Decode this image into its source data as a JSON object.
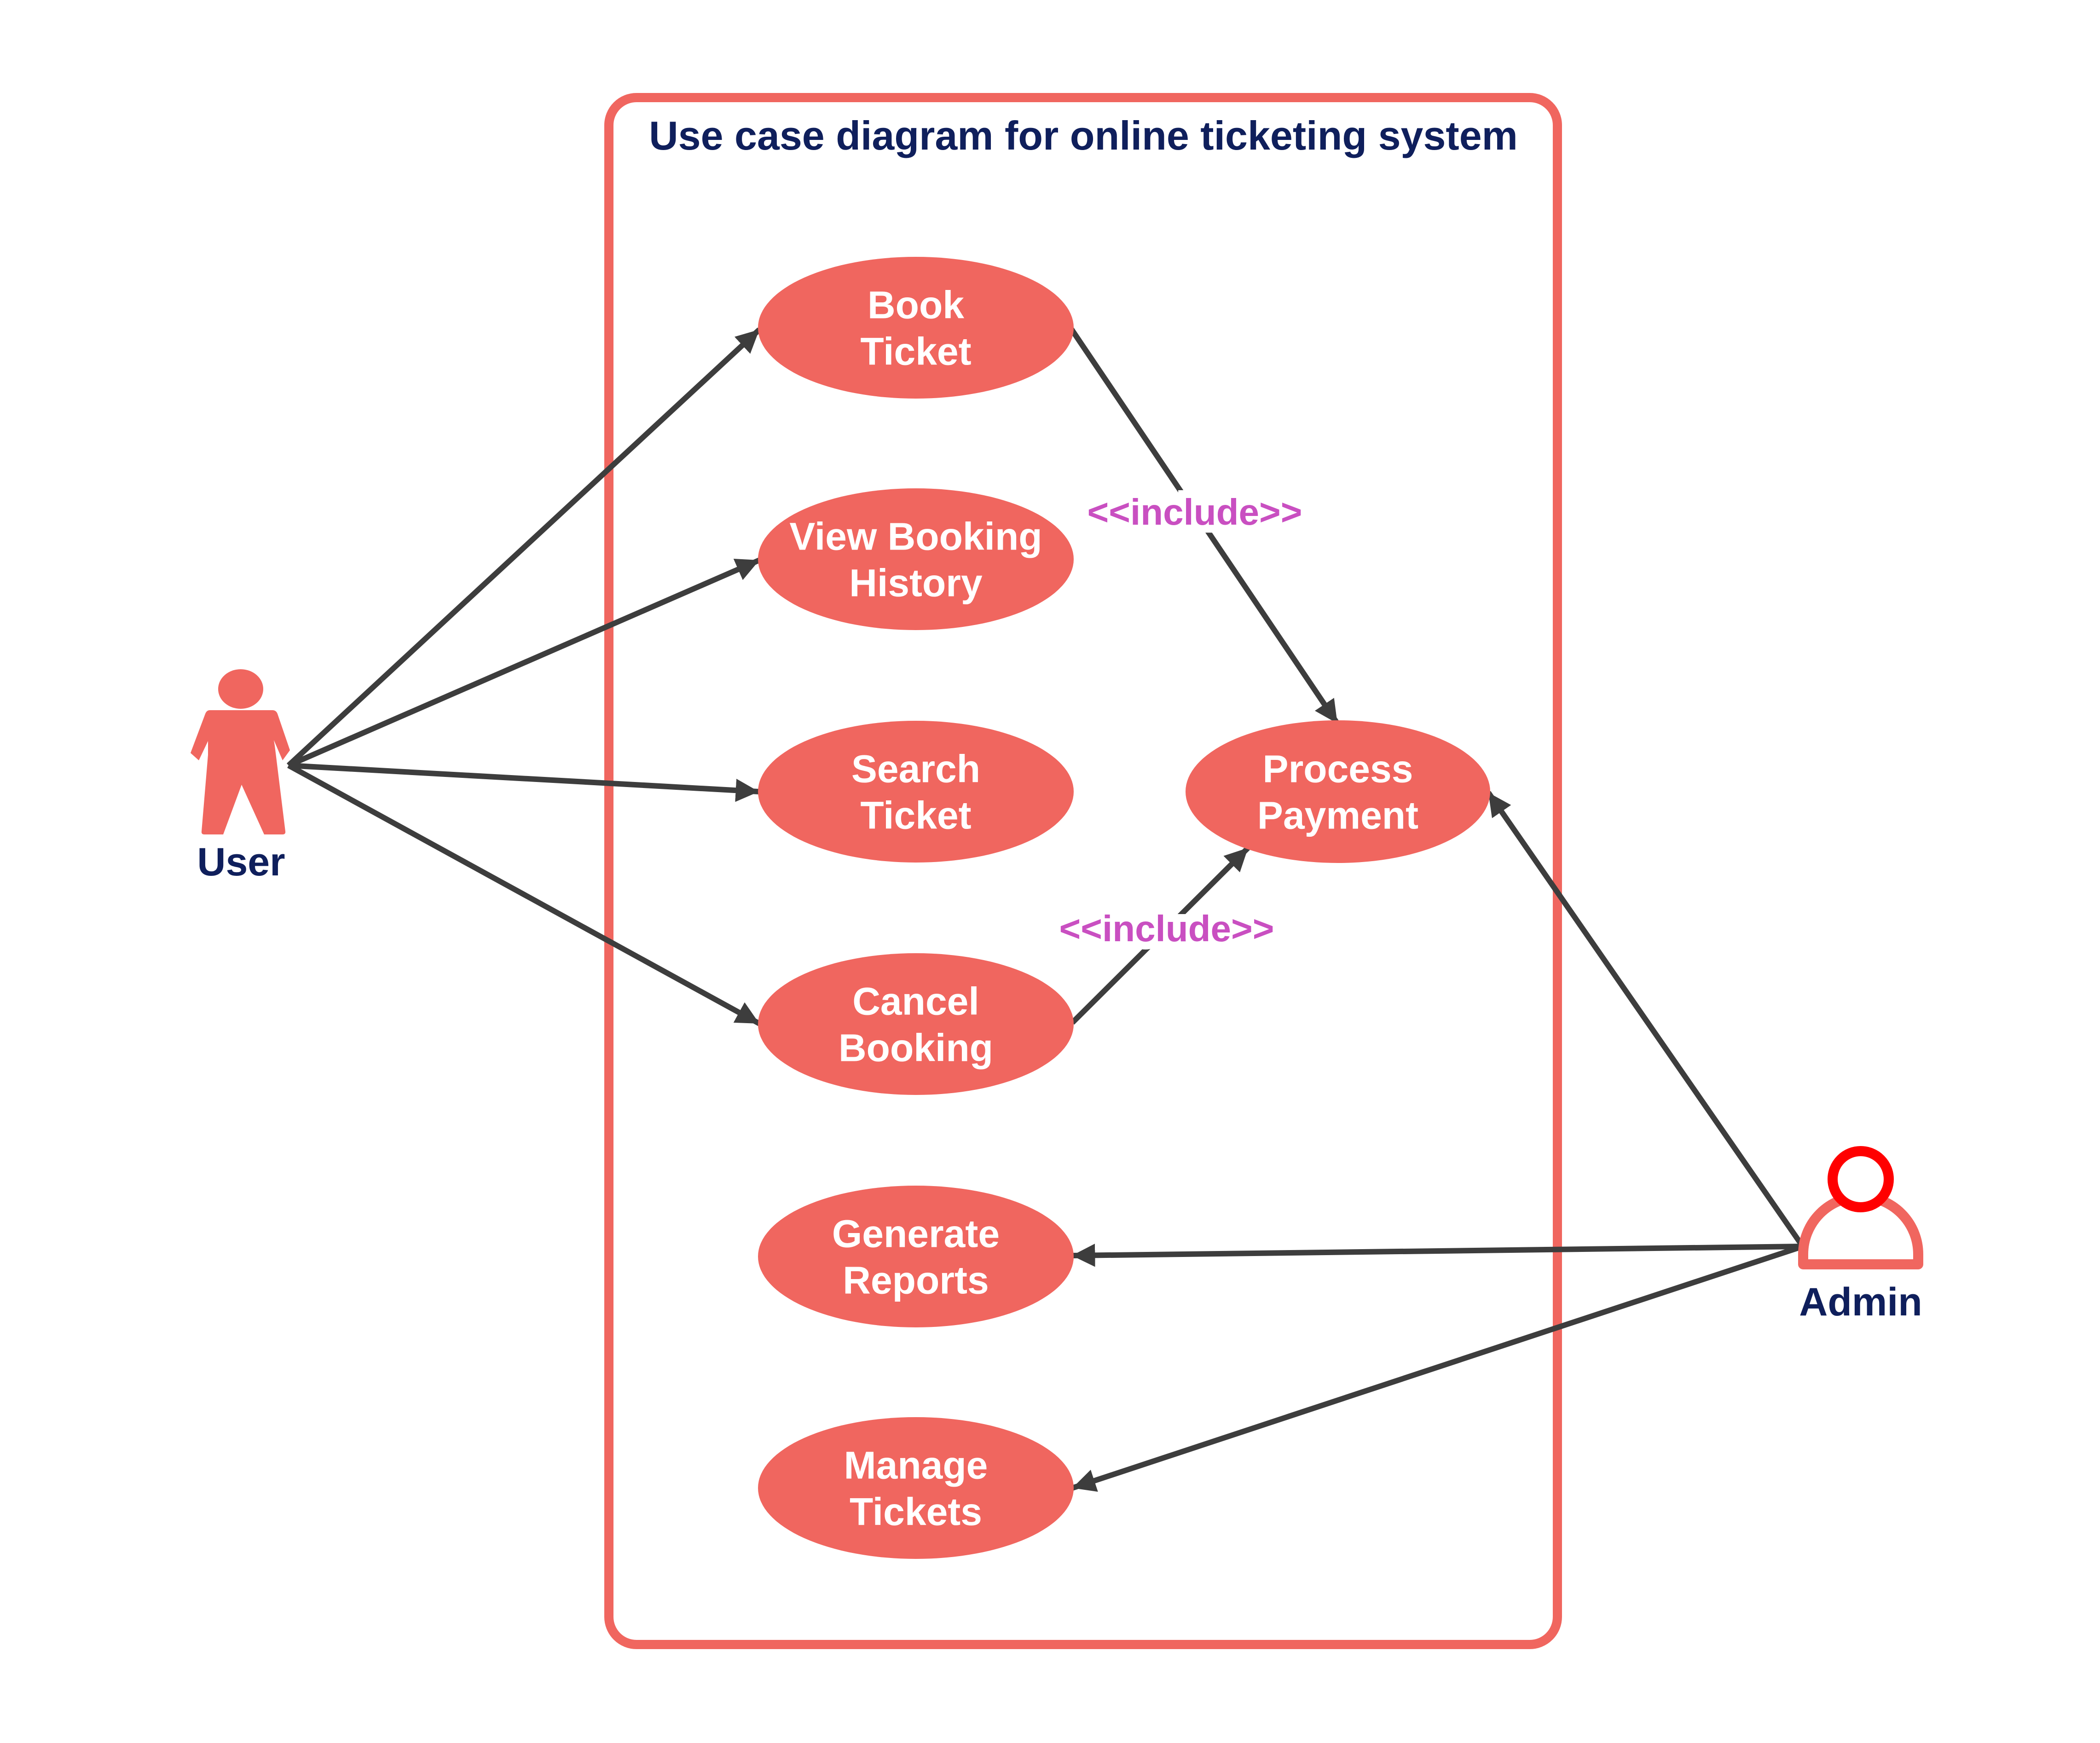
{
  "title": "Use case diagram for online ticketing system",
  "colors": {
    "accent": "#f0665f",
    "boundary": "#f0665f",
    "title_text": "#0f1f5c",
    "use_case_text": "#ffffff",
    "connector": "#3d3d3d",
    "include_label": "#c94fc1",
    "admin_head": "#ff0000"
  },
  "actors": [
    {
      "id": "user",
      "label": "User",
      "icon": "person-solid-icon"
    },
    {
      "id": "admin",
      "label": "Admin",
      "icon": "person-outline-icon"
    }
  ],
  "use_cases": [
    {
      "id": "book_ticket",
      "lines": [
        "Book",
        "Ticket"
      ]
    },
    {
      "id": "view_booking_history",
      "lines": [
        "View Booking",
        "History"
      ]
    },
    {
      "id": "search_ticket",
      "lines": [
        "Search",
        "Ticket"
      ]
    },
    {
      "id": "cancel_booking",
      "lines": [
        "Cancel",
        "Booking"
      ]
    },
    {
      "id": "generate_reports",
      "lines": [
        "Generate",
        "Reports"
      ]
    },
    {
      "id": "manage_tickets",
      "lines": [
        "Manage",
        "Tickets"
      ]
    },
    {
      "id": "process_payment",
      "lines": [
        "Process",
        "Payment"
      ]
    }
  ],
  "relationships": [
    {
      "from": "user",
      "to": "book_ticket",
      "type": "association"
    },
    {
      "from": "user",
      "to": "view_booking_history",
      "type": "association"
    },
    {
      "from": "user",
      "to": "search_ticket",
      "type": "association"
    },
    {
      "from": "user",
      "to": "cancel_booking",
      "type": "association"
    },
    {
      "from": "book_ticket",
      "to": "process_payment",
      "type": "include",
      "label": "<<include>>"
    },
    {
      "from": "cancel_booking",
      "to": "process_payment",
      "type": "include",
      "label": "<<include>>"
    },
    {
      "from": "admin",
      "to": "process_payment",
      "type": "association"
    },
    {
      "from": "admin",
      "to": "generate_reports",
      "type": "association"
    },
    {
      "from": "admin",
      "to": "manage_tickets",
      "type": "association"
    }
  ]
}
